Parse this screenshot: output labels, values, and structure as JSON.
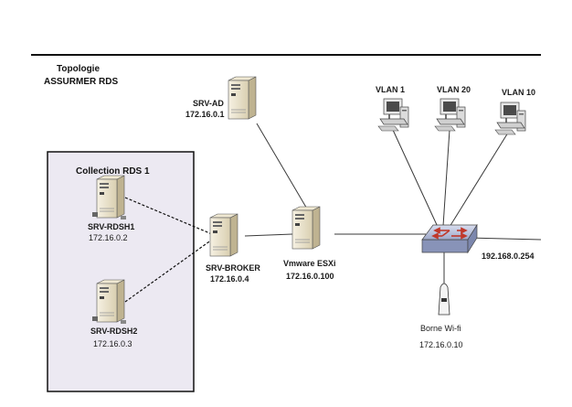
{
  "title": {
    "line1": "Topologie",
    "line2": "ASSURMER RDS"
  },
  "collection": {
    "label": "Collection RDS 1"
  },
  "nodes": {
    "srv_ad": {
      "name": "SRV-AD",
      "ip": "172.16.0.1"
    },
    "srv_rdsh1": {
      "name": "SRV-RDSH1",
      "ip": "172.16.0.2"
    },
    "srv_rdsh2": {
      "name": "SRV-RDSH2",
      "ip": "172.16.0.3"
    },
    "srv_broker": {
      "name": "SRV-BROKER",
      "ip": "172.16.0.4"
    },
    "esxi": {
      "name": "Vmware ESXi",
      "ip": "172.16.0.100"
    },
    "switch": {
      "ip": "192.168.0.254"
    },
    "wifi": {
      "name": "Borne Wi-fi",
      "ip": "172.16.0.10"
    },
    "vlan1": {
      "name": "VLAN 1"
    },
    "vlan20": {
      "name": "VLAN 20"
    },
    "vlan10": {
      "name": "VLAN 10"
    }
  },
  "colors": {
    "line": "#3a3a3a",
    "collection_bg": "#ece9f2",
    "server_body": "#e8dfc6",
    "server_side": "#bfb391",
    "switch_body": "#9ea8c8",
    "switch_arrows": "#c0392b"
  }
}
